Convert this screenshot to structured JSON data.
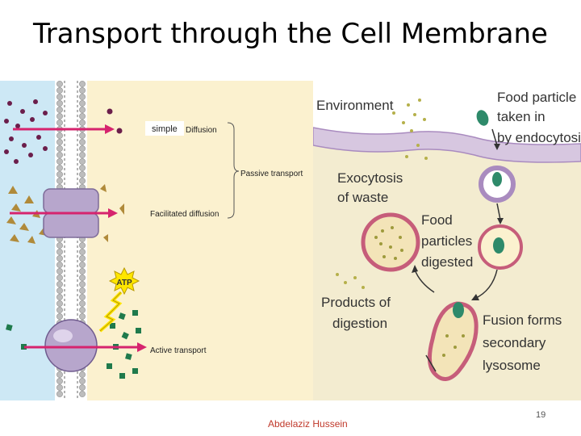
{
  "slide": {
    "title": "Transport through the Cell Membrane",
    "author": "Abdelaziz  Hussein",
    "page_number": "19"
  },
  "left_diagram": {
    "simple_label": "simple",
    "diffusion_label": "Diffusion",
    "passive_transport_label": "Passive transport",
    "facilitated_label": "Facilitated diffusion",
    "atp_label": "ATP",
    "active_transport_label": "Active transport"
  },
  "right_diagram": {
    "environment_label": "Environment",
    "food_particle_label_1": "Food particle",
    "food_particle_label_2": "taken in",
    "food_particle_label_3": "by endocytosis",
    "exocytosis_label_1": "Exocytosis",
    "exocytosis_label_2": "of waste",
    "food_digested_label_1": "Food",
    "food_digested_label_2": "particles",
    "food_digested_label_3": "digested",
    "products_label_1": "Products of",
    "products_label_2": "digestion",
    "fusion_label_1": "Fusion forms",
    "fusion_label_2": "secondary",
    "fusion_label_3": "lysosome"
  },
  "colors": {
    "extracellular_bg": "#cde8f5",
    "intracellular_bg": "#fbf1cf",
    "arrow": "#d6246e",
    "dots": "#6b1e4b",
    "triangles": "#b08a3a",
    "squares": "#1f7a4c",
    "protein": "#b7a6cc",
    "right_bg": "#f3ecd0",
    "membrane_right": "#d7c7e0"
  }
}
